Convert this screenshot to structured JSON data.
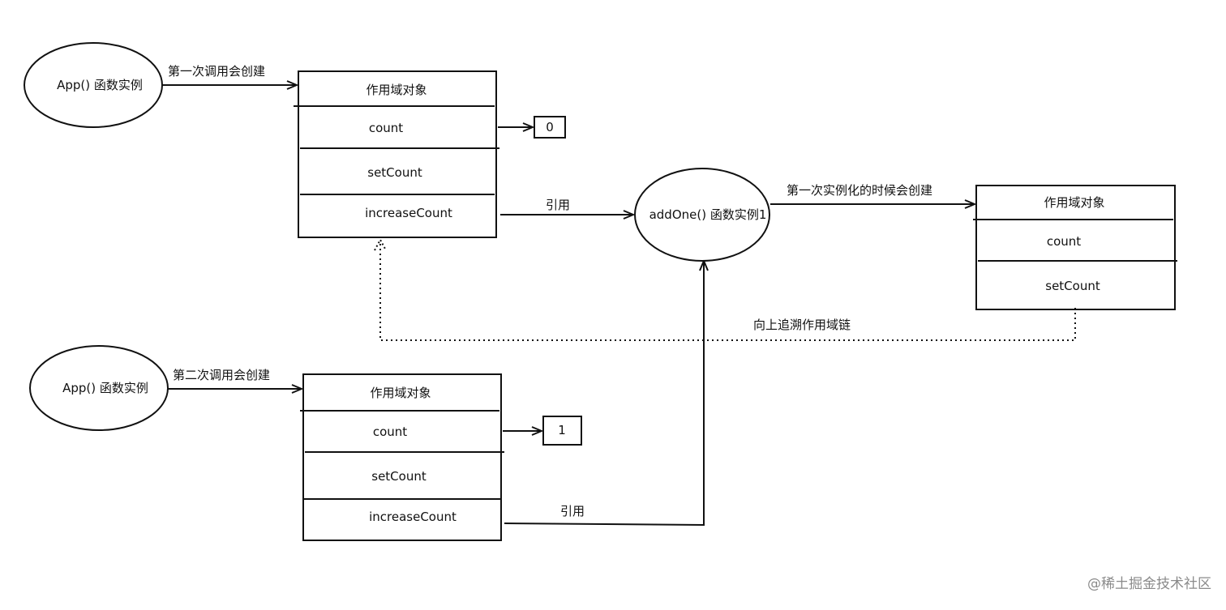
{
  "ellipses": {
    "app1": "App() 函数实例",
    "app2": "App() 函数实例",
    "addone": "addOne() 函数实例1"
  },
  "scope1": {
    "title": "作用域对象",
    "rows": [
      "count",
      "setCount",
      "increaseCount"
    ]
  },
  "scope2": {
    "title": "作用域对象",
    "rows": [
      "count",
      "setCount",
      "increaseCount"
    ]
  },
  "scope3": {
    "title": "作用域对象",
    "rows": [
      "count",
      "setCount"
    ]
  },
  "values": {
    "v1": "0",
    "v2": "1"
  },
  "edges": {
    "first_call": "第一次调用会创建",
    "second_call": "第二次调用会创建",
    "ref1": "引用",
    "ref2": "引用",
    "first_instantiate": "第一次实例化的时候会创建",
    "scope_chain": "向上追溯作用域链"
  },
  "watermark": "@稀土掘金技术社区"
}
